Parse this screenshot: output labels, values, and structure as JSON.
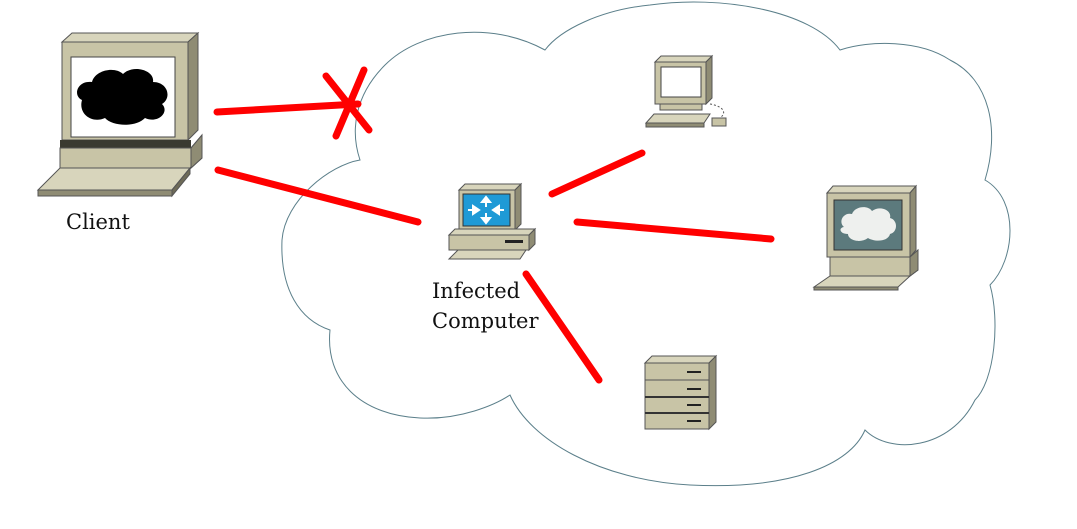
{
  "labels": {
    "client": "Client",
    "infected_line1": "Infected",
    "infected_line2": "Computer"
  },
  "colors": {
    "connection": "#ff0000",
    "cloud_outline": "#5b7f8a",
    "device_beige": "#c8c4a6",
    "device_shadow": "#8f8c74",
    "screen_blue": "#1f9ad6",
    "screen_teal": "#5c7a7d"
  },
  "icons": [
    "cloud",
    "client-computer-icon",
    "router-computer-icon",
    "workstation-icon",
    "pc-icon",
    "server-icon",
    "blocked-x-icon"
  ]
}
